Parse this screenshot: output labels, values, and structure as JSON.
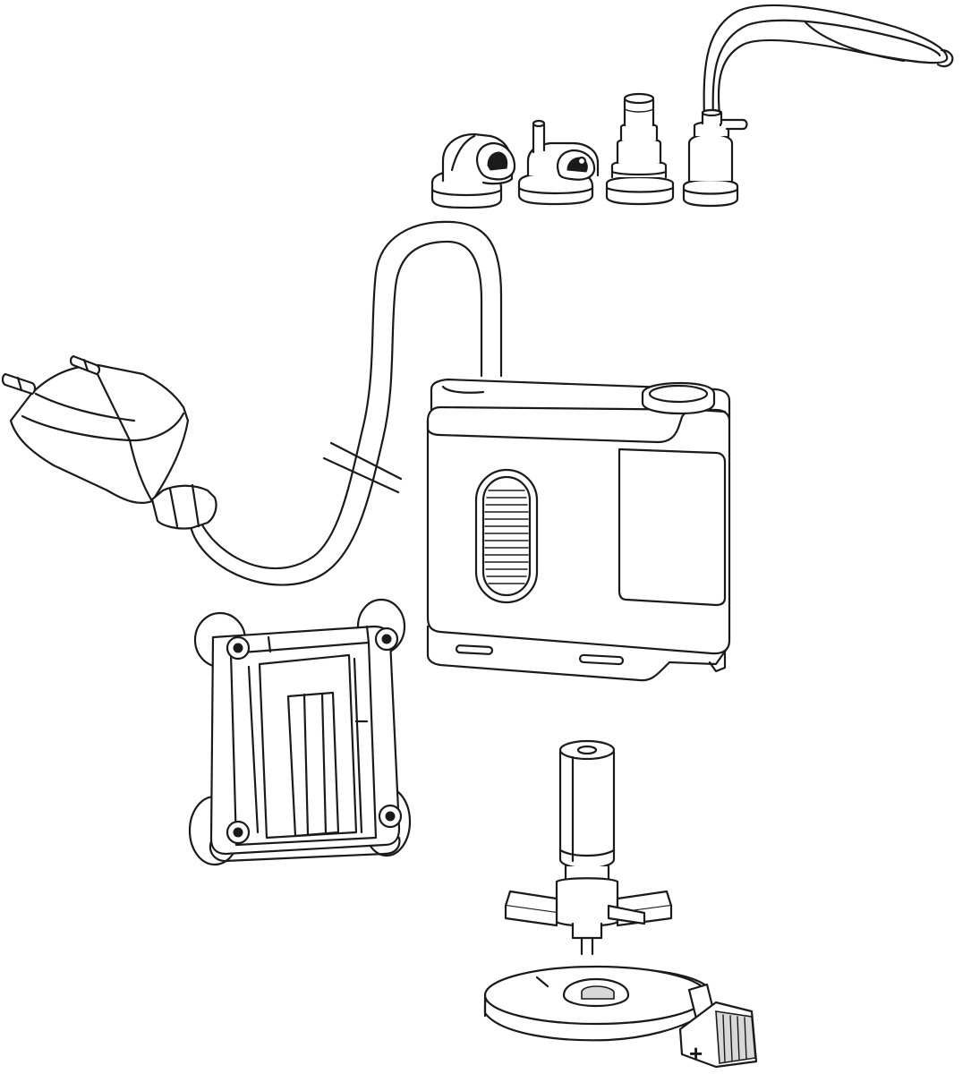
{
  "diagram": {
    "parts": [
      {
        "id": "elbow-nozzle",
        "icon": "elbow-nozzle-icon"
      },
      {
        "id": "spray-nozzle",
        "icon": "spray-nozzle-icon"
      },
      {
        "id": "stepped-hose-adapter",
        "icon": "stepped-adapter-icon"
      },
      {
        "id": "air-tube-adapter",
        "icon": "air-tube-adapter-icon"
      },
      {
        "id": "power-plug",
        "icon": "plug-icon"
      },
      {
        "id": "pump-housing",
        "icon": "pump-icon"
      },
      {
        "id": "suction-cup-holder",
        "icon": "suction-holder-icon"
      },
      {
        "id": "impeller",
        "icon": "impeller-icon"
      },
      {
        "id": "intake-cover",
        "icon": "intake-cover-icon"
      }
    ],
    "flow_regulator_symbol": "+"
  },
  "colors": {
    "line": "#1a1a1a",
    "background": "#ffffff",
    "shade": "#d8d8d8"
  }
}
